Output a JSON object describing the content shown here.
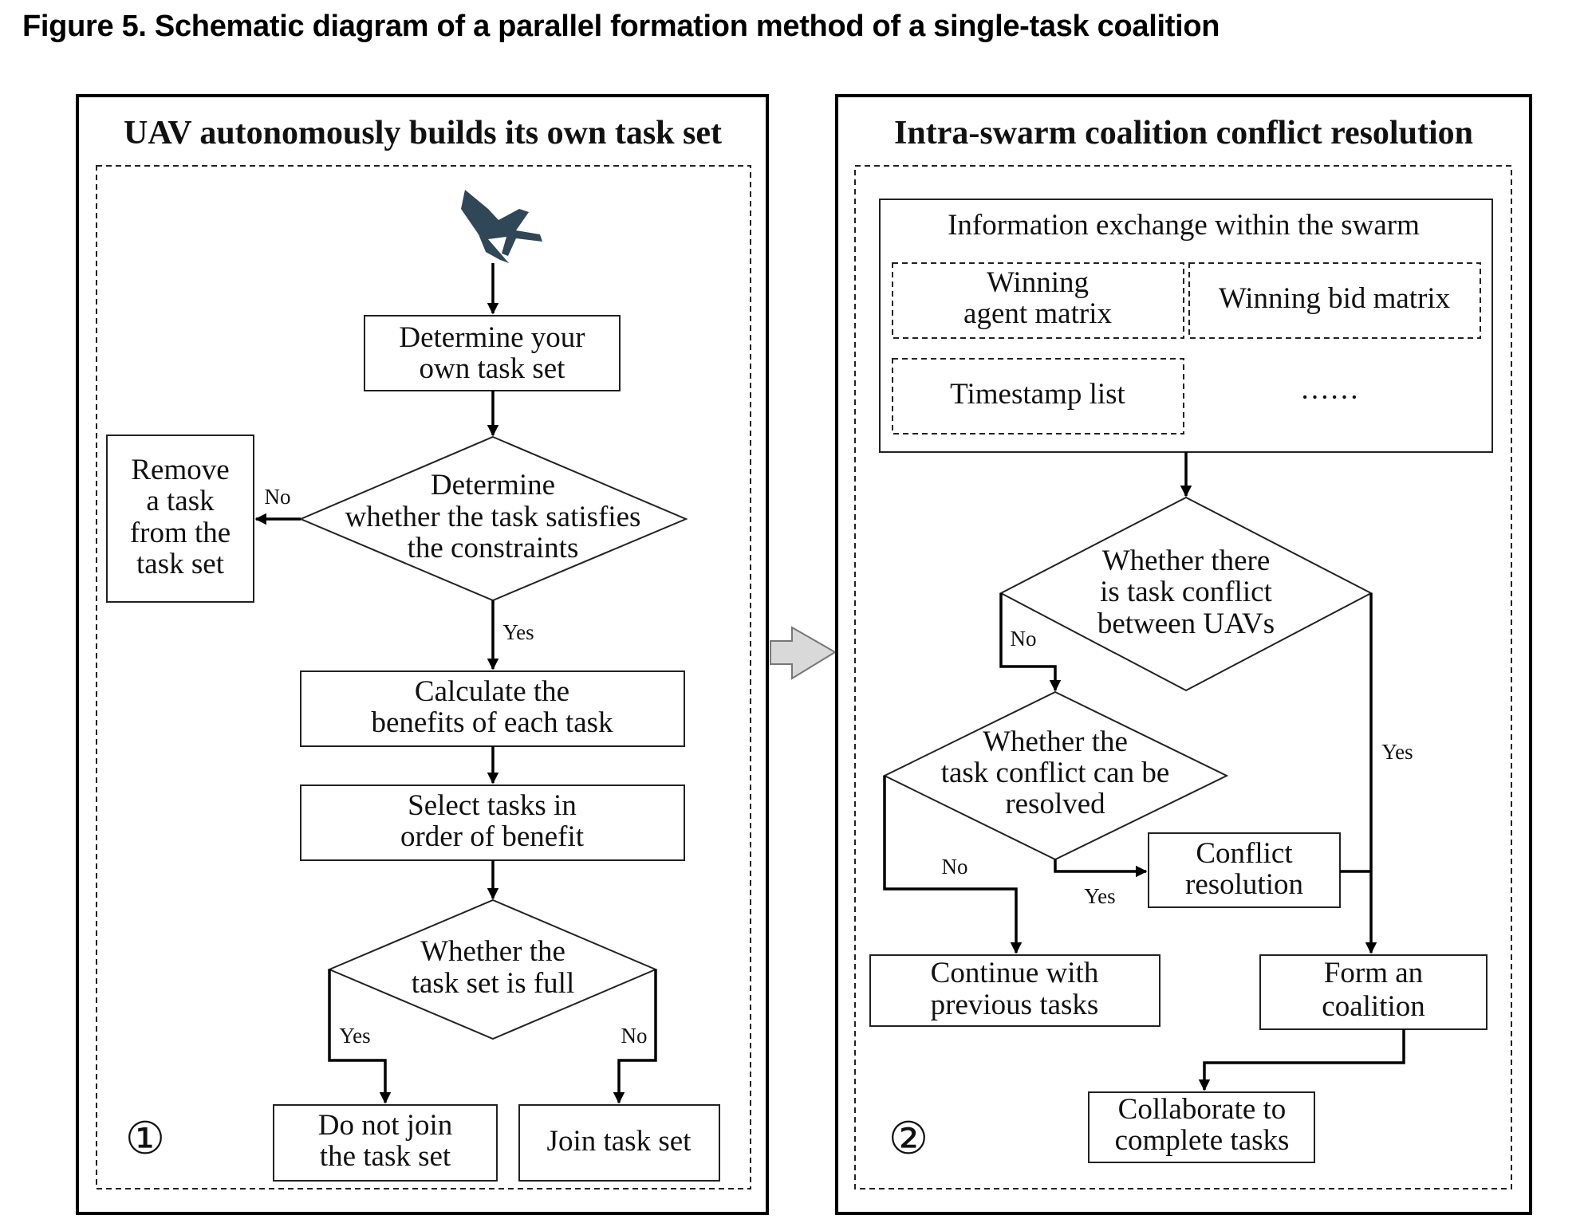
{
  "figure_title": "Figure 5. Schematic diagram of a parallel formation method of a single-task coalition",
  "colors": {
    "left_panel_fill": "#e8eedd",
    "right_panel_fill": "#fce7da",
    "uav_icon": "#2f4756",
    "transition_arrow": "#d9d9d9"
  },
  "left_panel": {
    "title": "UAV autonomously builds its own task set",
    "number": "①",
    "icon": "fighter-jet-icon",
    "nodes": {
      "determine_set": [
        "Determine your",
        "own task set"
      ],
      "constraints": [
        "Determine",
        "whether the task satisfies",
        "the constraints"
      ],
      "remove_task": [
        "Remove",
        "a task",
        "from the",
        "task set"
      ],
      "calc_benefits": [
        "Calculate the",
        "benefits of each task"
      ],
      "select_tasks": [
        "Select tasks in",
        "order of benefit"
      ],
      "set_full": [
        "Whether the",
        "task set is full"
      ],
      "not_join": [
        "Do not join",
        "the task set"
      ],
      "join": [
        "Join task set"
      ]
    },
    "labels": {
      "constraints_no": "No",
      "constraints_yes": "Yes",
      "full_yes": "Yes",
      "full_no": "No"
    }
  },
  "right_panel": {
    "title": "Intra-swarm coalition conflict resolution",
    "number": "②",
    "info_box": {
      "title": "Information exchange within the swarm",
      "winning_agent": [
        "Winning",
        "agent matrix"
      ],
      "winning_bid": [
        "Winning bid matrix"
      ],
      "timestamp": [
        "Timestamp list"
      ],
      "ellipsis": "……"
    },
    "nodes": {
      "conflict": [
        "Whether there",
        "is task conflict",
        "between UAVs"
      ],
      "resolvable": [
        "Whether the",
        "task conflict can be",
        "resolved"
      ],
      "conflict_resolution": [
        "Conflict",
        "resolution"
      ],
      "continue_tasks": [
        "Continue with",
        "previous tasks"
      ],
      "form_coalition": [
        "Form an",
        "coalition"
      ],
      "collaborate": [
        "Collaborate to",
        "complete tasks"
      ]
    },
    "labels": {
      "conflict_no": "No",
      "conflict_yes": "Yes",
      "resolvable_no": "No",
      "resolvable_yes": "Yes"
    }
  }
}
